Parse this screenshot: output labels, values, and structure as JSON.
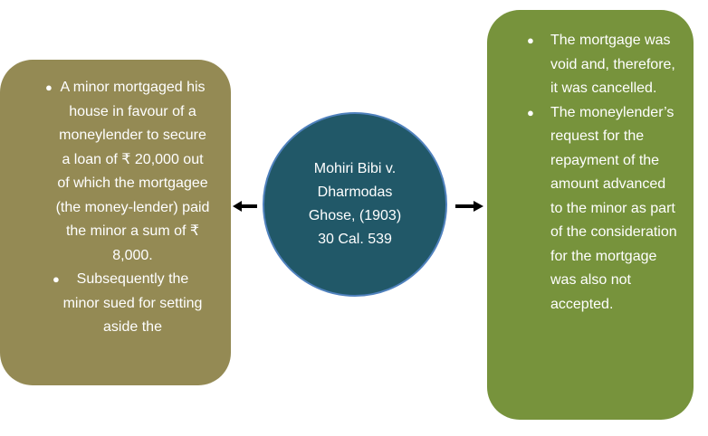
{
  "center": {
    "text": "Mohiri Bibi v. Dharmodas Ghose, (1903) 30 Cal. 539"
  },
  "left": {
    "bullets": [
      "A minor mortgaged his house in favour of a moneylender to secure a loan of ₹ 20,000 out of which the mortgagee (the money-lender) paid the minor a sum of ₹ 8,000.",
      "Subsequently the minor sued for setting aside the"
    ]
  },
  "right": {
    "bullets": [
      "The mortgage was void and, therefore, it was cancelled.",
      "The moneylender’s request for the repayment of the amount advanced to the minor as part of the consideration for the mortgage was also not accepted."
    ]
  },
  "colors": {
    "left_box": "#948a54",
    "right_box": "#77933c",
    "circle": "#215868",
    "circle_border": "#4f81bd",
    "arrow": "#000000"
  },
  "icons": {
    "left_arrow": "arrow-left-icon",
    "right_arrow": "arrow-right-icon",
    "bullet": "bullet-dot-icon"
  }
}
